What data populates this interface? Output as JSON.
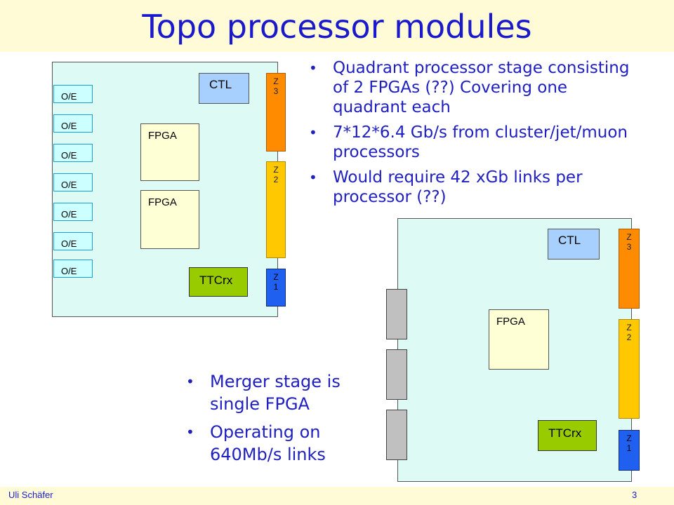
{
  "title": "Topo processor modules",
  "bullets_top": [
    "Quadrant processor stage consisting of 2 FPGAs (??) Covering one quadrant each",
    "7*12*6.4 Gb/s from cluster/jet/muon processors",
    "Would require 42 xGb links per processor (??)"
  ],
  "bullets_bottom": [
    "Merger stage is single FPGA",
    "Operating on 640Mb/s links"
  ],
  "footer": {
    "author": "Uli Schäfer",
    "page": "3"
  },
  "diagram1": {
    "oe_label": "O/E",
    "ctl": "CTL",
    "fpga_a": "FPGA",
    "fpga_b": "FPGA",
    "ttc": "TTCrx",
    "z3": "Z 3",
    "z2": "Z 2",
    "z1": "Z 1"
  },
  "diagram2": {
    "ctl": "CTL",
    "fpga": "FPGA",
    "ttc": "TTCrx",
    "z3": "Z 3",
    "z2": "Z 2",
    "z1": "Z 1"
  },
  "colors": {
    "title": "#1a1acc",
    "board": "#ddfaf4",
    "oe": "#ccffff",
    "ctl": "#a8d0ff",
    "fpga": "#ffffd6",
    "ttc": "#99cc00",
    "z3": "#ff8c00",
    "z2": "#ffc800",
    "z1": "#2060f0"
  }
}
